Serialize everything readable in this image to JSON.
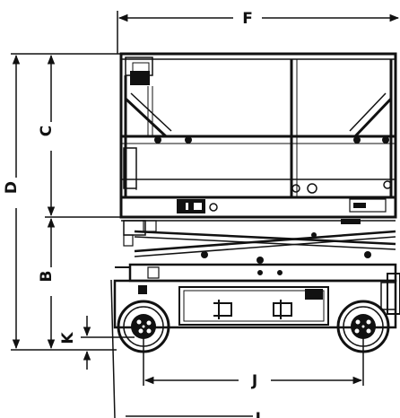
{
  "dimensions": {
    "F": "F",
    "D": "D",
    "C": "C",
    "B": "B",
    "K": "K",
    "J": "J",
    "L": "L"
  },
  "colors": {
    "ink": "#111111",
    "gray": "#6d6d6d",
    "background": "#ffffff"
  }
}
